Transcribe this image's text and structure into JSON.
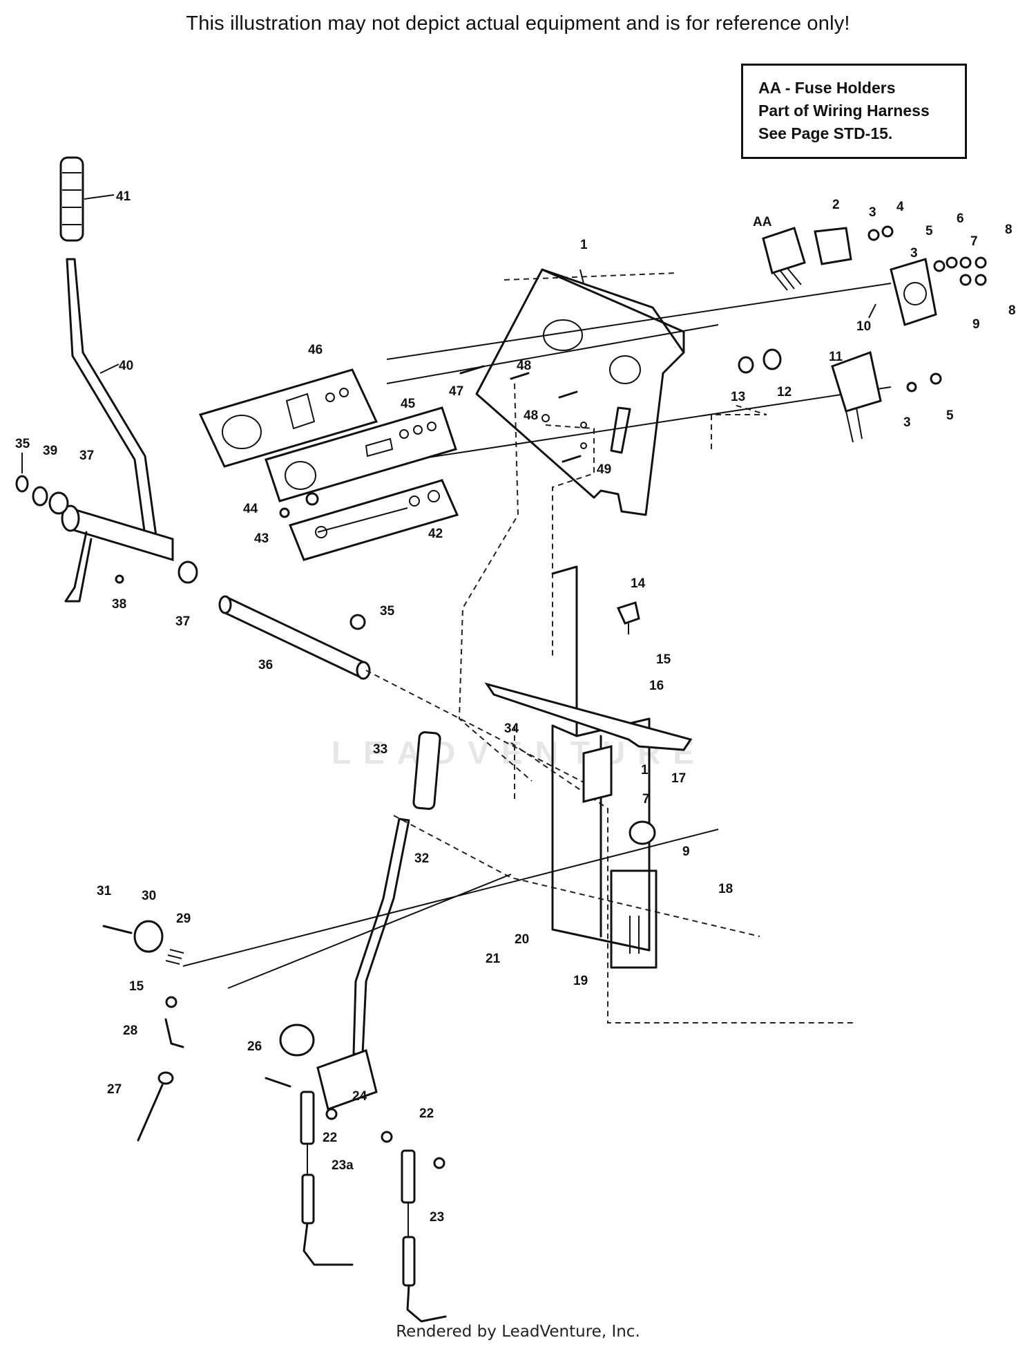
{
  "disclaimer": "This illustration may not depict actual equipment and is for reference only!",
  "note": {
    "line1": "AA - Fuse Holders",
    "line2": "Part of Wiring Harness",
    "line3": "See Page STD-15."
  },
  "watermark": "LEADVENTURE",
  "footer": "Rendered by LeadVenture, Inc.",
  "callouts": [
    {
      "id": "c41",
      "text": "41"
    },
    {
      "id": "c40",
      "text": "40"
    },
    {
      "id": "c35a",
      "text": "35"
    },
    {
      "id": "c39",
      "text": "39"
    },
    {
      "id": "c37a",
      "text": "37"
    },
    {
      "id": "c38",
      "text": "38"
    },
    {
      "id": "c37b",
      "text": "37"
    },
    {
      "id": "c36",
      "text": "36"
    },
    {
      "id": "c35b",
      "text": "35"
    },
    {
      "id": "c46",
      "text": "46"
    },
    {
      "id": "c45",
      "text": "45"
    },
    {
      "id": "c47",
      "text": "47"
    },
    {
      "id": "c48a",
      "text": "48"
    },
    {
      "id": "c48b",
      "text": "48"
    },
    {
      "id": "c49",
      "text": "49"
    },
    {
      "id": "c44",
      "text": "44"
    },
    {
      "id": "c43",
      "text": "43"
    },
    {
      "id": "c42",
      "text": "42"
    },
    {
      "id": "c1a",
      "text": "1"
    },
    {
      "id": "cAA",
      "text": "AA"
    },
    {
      "id": "c2",
      "text": "2"
    },
    {
      "id": "c3a",
      "text": "3"
    },
    {
      "id": "c4",
      "text": "4"
    },
    {
      "id": "c5a",
      "text": "5"
    },
    {
      "id": "c6",
      "text": "6"
    },
    {
      "id": "c8a",
      "text": "8"
    },
    {
      "id": "c3b",
      "text": "3"
    },
    {
      "id": "c7a",
      "text": "7"
    },
    {
      "id": "c8b",
      "text": "8"
    },
    {
      "id": "c9a",
      "text": "9"
    },
    {
      "id": "c10",
      "text": "10"
    },
    {
      "id": "c11",
      "text": "11"
    },
    {
      "id": "c13",
      "text": "13"
    },
    {
      "id": "c12",
      "text": "12"
    },
    {
      "id": "c3c",
      "text": "3"
    },
    {
      "id": "c5b",
      "text": "5"
    },
    {
      "id": "c14",
      "text": "14"
    },
    {
      "id": "c15a",
      "text": "15"
    },
    {
      "id": "c16",
      "text": "16"
    },
    {
      "id": "c34",
      "text": "34"
    },
    {
      "id": "c1b",
      "text": "1"
    },
    {
      "id": "c17",
      "text": "17"
    },
    {
      "id": "c7b",
      "text": "7"
    },
    {
      "id": "c33",
      "text": "33"
    },
    {
      "id": "c32",
      "text": "32"
    },
    {
      "id": "c9b",
      "text": "9"
    },
    {
      "id": "c18",
      "text": "18"
    },
    {
      "id": "c31",
      "text": "31"
    },
    {
      "id": "c30",
      "text": "30"
    },
    {
      "id": "c29",
      "text": "29"
    },
    {
      "id": "c20",
      "text": "20"
    },
    {
      "id": "c21",
      "text": "21"
    },
    {
      "id": "c19",
      "text": "19"
    },
    {
      "id": "c15b",
      "text": "15"
    },
    {
      "id": "c28",
      "text": "28"
    },
    {
      "id": "c26",
      "text": "26"
    },
    {
      "id": "c24",
      "text": "24"
    },
    {
      "id": "c27",
      "text": "27"
    },
    {
      "id": "c22a",
      "text": "22"
    },
    {
      "id": "c22b",
      "text": "22"
    },
    {
      "id": "c23a",
      "text": "23a"
    },
    {
      "id": "c23",
      "text": "23"
    }
  ]
}
